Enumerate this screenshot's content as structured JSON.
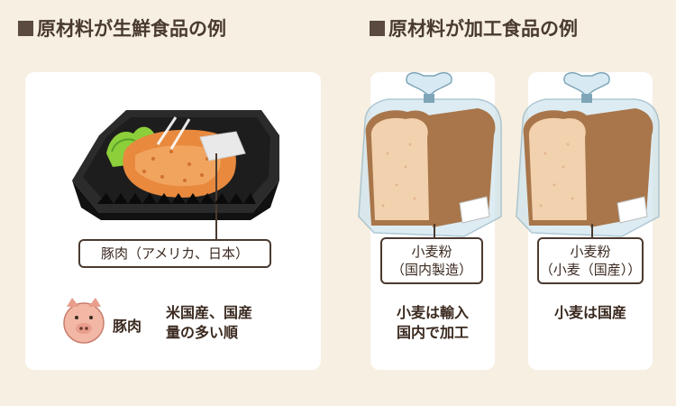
{
  "headings": {
    "fresh": "原材料が生鮮食品の例",
    "processed": "原材料が加工食品の例"
  },
  "fresh_card": {
    "label": "豚肉（アメリカ、日本）",
    "ingredient": "豚肉",
    "origin_line1": "米国産、国産",
    "origin_line2": "量の多い順",
    "pig_icon": "pig-icon",
    "product_icon": "tonkatsu-pack-icon"
  },
  "bread_card_1": {
    "label_line1": "小麦粉",
    "label_line2": "（国内製造）",
    "origin_line1": "小麦は輸入",
    "origin_line2": "国内で加工",
    "product_icon": "bread-bag-icon"
  },
  "bread_card_2": {
    "label_line1": "小麦粉",
    "label_line2": "（小麦（国産））",
    "origin_line1": "小麦は国産",
    "product_icon": "bread-bag-icon"
  },
  "colors": {
    "background": "#f6efe2",
    "card": "#ffffff",
    "text": "#3b2a20",
    "bread_crust": "#a8764a",
    "cutlet": "#e8893e",
    "pig": "#f3b7a6"
  }
}
